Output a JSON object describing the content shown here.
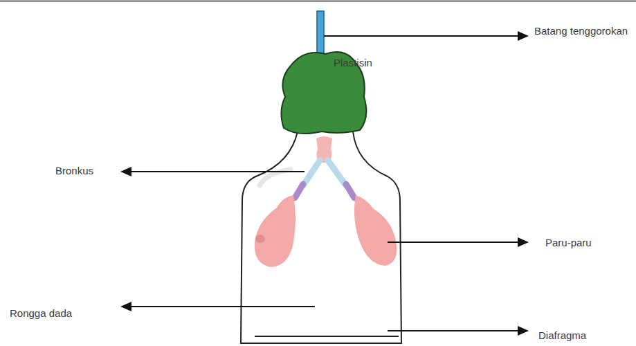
{
  "diagram": {
    "labels": [
      "Batang tenggorokan",
      "Plastisin",
      "Bronkus",
      "Paru-paru",
      "Rongga dada",
      "Diafragma"
    ]
  }
}
